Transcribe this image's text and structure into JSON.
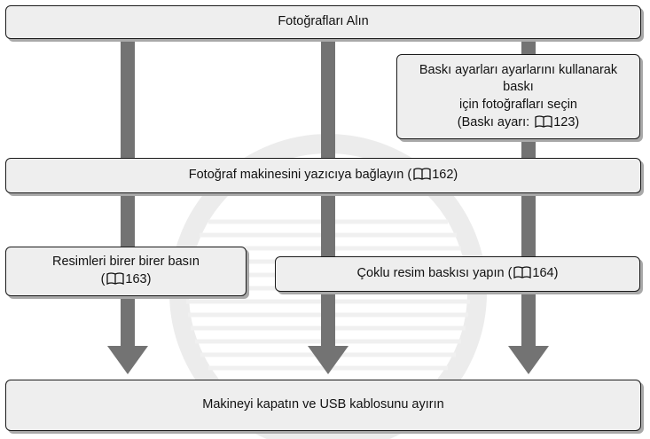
{
  "colors": {
    "arrow": "#737373",
    "box_fill": "#eeeeee",
    "box_border": "#1a1a1a",
    "box_shadow": "#a9a9a9",
    "watermark": "#ececec"
  },
  "icons": {
    "page_ref": "book-icon"
  },
  "diagram": {
    "take_photos": "Fotoğrafları Alın",
    "print_settings": {
      "line1": "Baskı ayarları ayarlarını kullanarak baskı",
      "line2": "için fotoğrafları seçin",
      "line3_prefix": "(Baskı ayarı: ",
      "line3_ref": "123)"
    },
    "connect": {
      "prefix": "Fotoğraf makinesini yazıcıya bağlayın (",
      "ref": "162)"
    },
    "print_one": {
      "line1": "Resimleri birer birer basın",
      "line2_prefix": "(",
      "line2_ref": "163)"
    },
    "multi_print": {
      "prefix": "Çoklu resim baskısı yapın (",
      "ref": "164)"
    },
    "disconnect": "Makineyi kapatın ve USB kablosunu ayırın"
  }
}
